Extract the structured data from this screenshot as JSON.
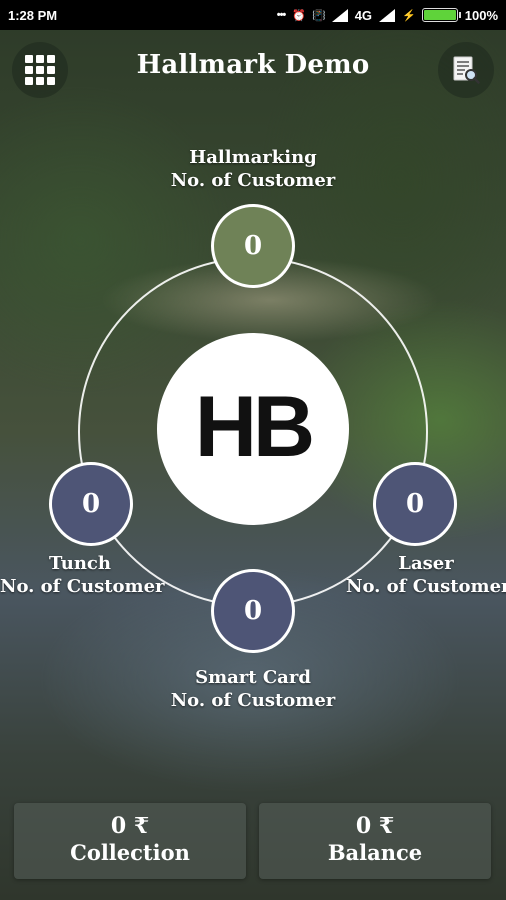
{
  "status_bar": {
    "time": "1:28 PM",
    "network": "4G",
    "battery": "100%",
    "battery_level": 1.0
  },
  "header": {
    "title": "Hallmark Demo",
    "menu_icon": "grid-menu-icon",
    "report_icon": "report-search-icon"
  },
  "logo": {
    "text": "HB"
  },
  "services": {
    "hallmarking": {
      "name": "Hallmarking",
      "subtitle": "No. of Customer",
      "count": "0",
      "color": "#6f8257"
    },
    "tunch": {
      "name": "Tunch",
      "subtitle": "No. of Customer",
      "count": "0",
      "color": "#4e5576"
    },
    "laser": {
      "name": "Laser",
      "subtitle": "No. of Customer",
      "count": "0",
      "color": "#4e5576"
    },
    "smart_card": {
      "name": "Smart Card",
      "subtitle": "No. of Customer",
      "count": "0",
      "color": "#4e5576"
    }
  },
  "summary": {
    "collection": {
      "value": "0 ₹",
      "label": "Collection"
    },
    "balance": {
      "value": "0 ₹",
      "label": "Balance"
    }
  }
}
